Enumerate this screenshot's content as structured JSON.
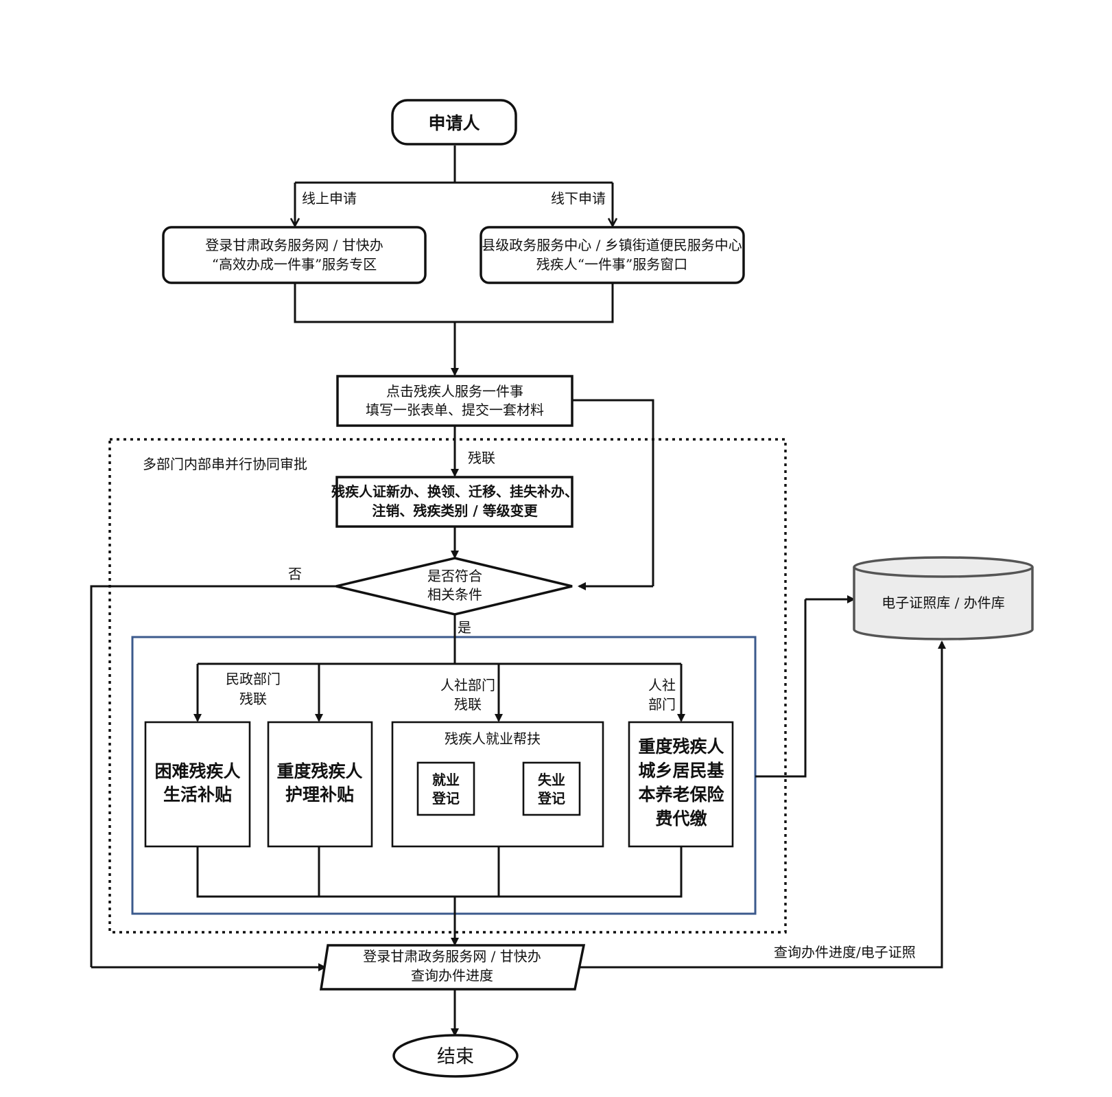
{
  "nodes": {
    "applicant": "申请人",
    "online_label": "线上申请",
    "offline_label": "线下申请",
    "online_box": [
      "登录甘肃政务服务网 / 甘快办",
      "“高效办成一件事”服务专区"
    ],
    "offline_box": [
      "县级政务服务中心 / 乡镇街道便民服务中心",
      "残疾人“一件事”服务窗口"
    ],
    "click_box": [
      "点击残疾人服务一件事",
      "填写一张表单、提交一套材料"
    ],
    "multi_dept_label": "多部门内部串并行协同审批",
    "canlian_label": "残联",
    "cert_box": [
      "残疾人证新办、换领、迁移、挂失补办、",
      "注销、残疾类别 / 等级变更"
    ],
    "decision": [
      "是否符合",
      "相关条件"
    ],
    "no_label": "否",
    "yes_label": "是",
    "dept_minzheng": [
      "民政部门",
      "残联"
    ],
    "dept_renshe_canlian": [
      "人社部门",
      "残联"
    ],
    "dept_renshe": [
      "人社",
      "部门"
    ],
    "subsidy_hardship": [
      "困难残疾人",
      "生活补贴"
    ],
    "subsidy_care": [
      "重度残疾人",
      "护理补贴"
    ],
    "employment_title": "残疾人就业帮扶",
    "employment_reg": [
      "就业",
      "登记"
    ],
    "unemployment_reg": [
      "失业",
      "登记"
    ],
    "pension_box": [
      "重度残疾人",
      "城乡居民基",
      "本养老保险",
      "费代缴"
    ],
    "database": "电子证照库 / 办件库",
    "query_box": [
      "登录甘肃政务服务网 / 甘快办",
      "查询办件进度"
    ],
    "query_label": "查询办件进度/电子证照",
    "end": "结束"
  },
  "colors": {
    "line": "#111111",
    "inner_frame": "#3b5a8c",
    "database_fill": "#ececec",
    "database_stroke": "#555555"
  }
}
